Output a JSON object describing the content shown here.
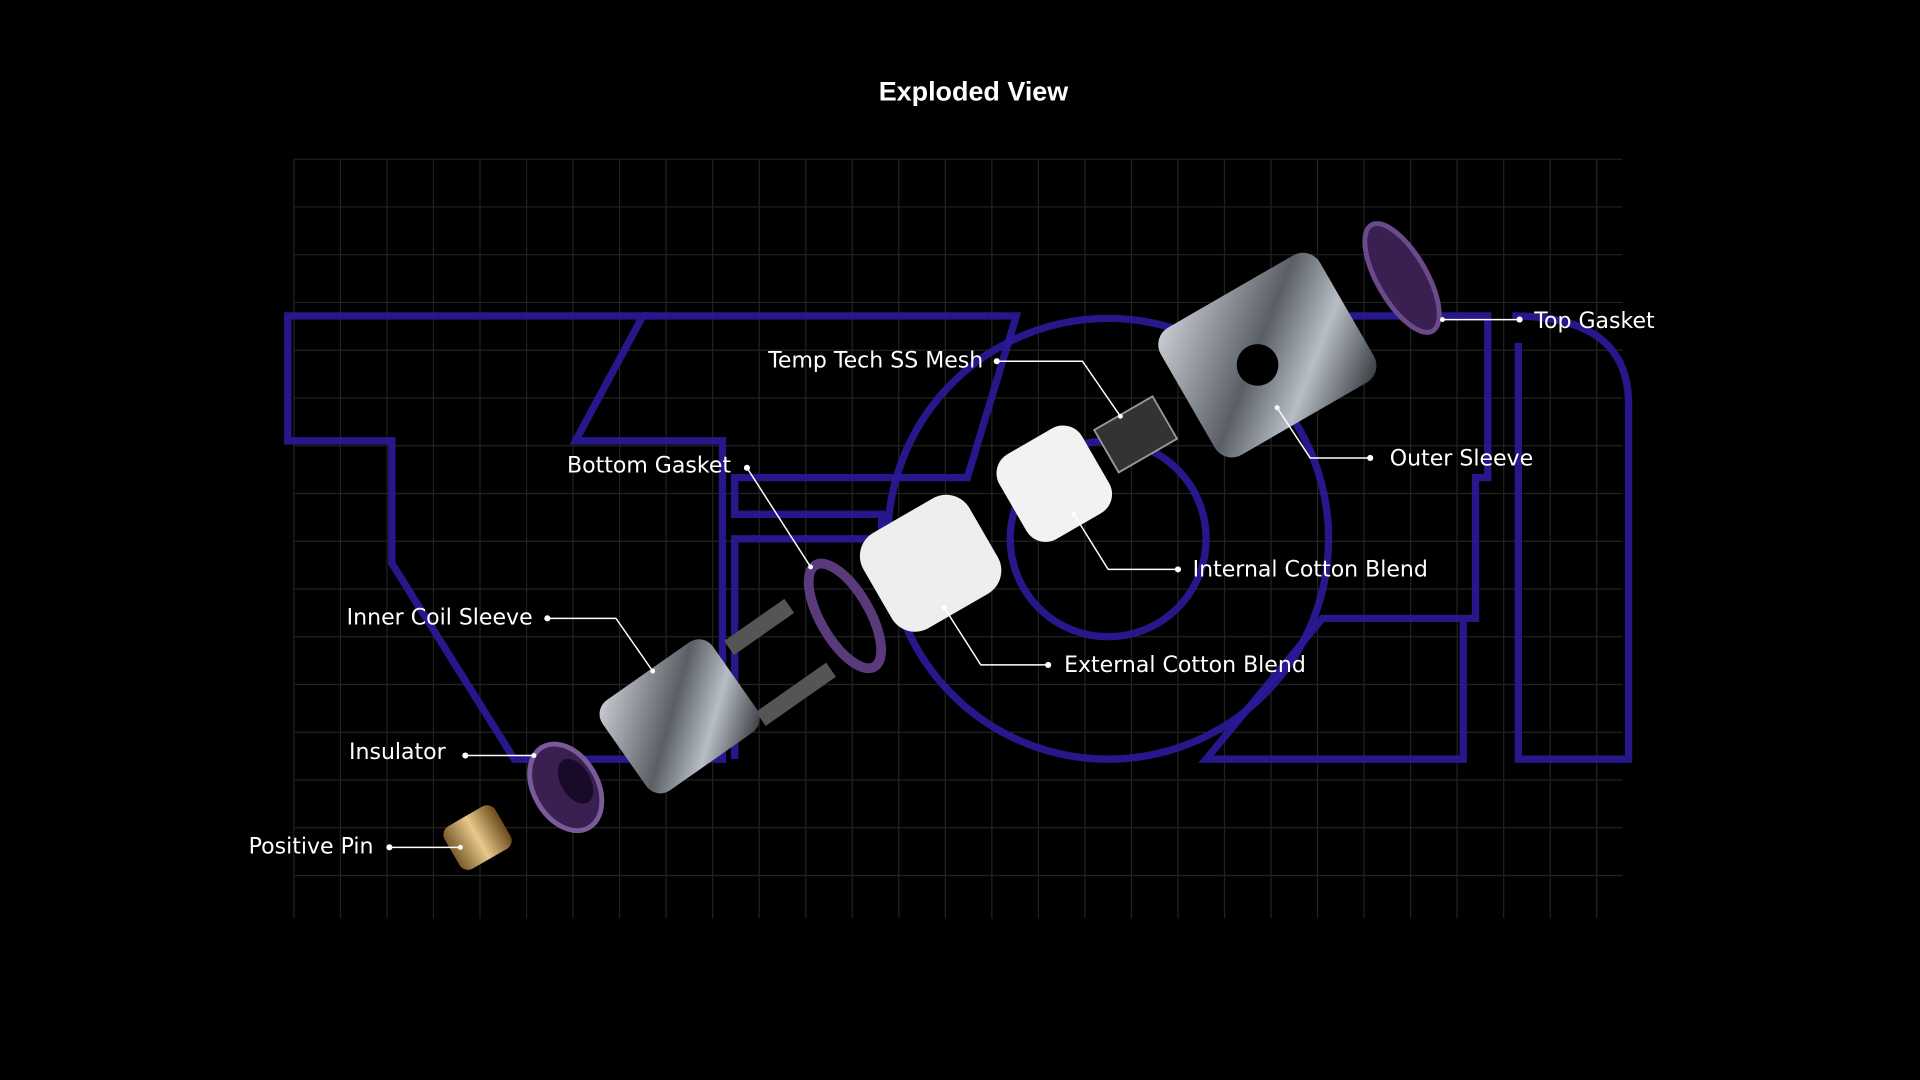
{
  "title": "Exploded View",
  "watermark": "TECH",
  "colors": {
    "background": "#000000",
    "logo_outline": "#2a1a9a",
    "label": "#ffffff",
    "gasket": "#4a2a6a"
  },
  "labels": {
    "top_gasket": "Top Gasket",
    "temp_tech_ss_mesh": "Temp Tech SS Mesh",
    "outer_sleeve": "Outer Sleeve",
    "bottom_gasket": "Bottom Gasket",
    "internal_cotton_blend": "Internal Cotton Blend",
    "external_cotton_blend": "External Cotton Blend",
    "inner_coil_sleeve": "Inner Coil Sleeve",
    "insulator": "Insulator",
    "positive_pin": "Positive Pin"
  }
}
